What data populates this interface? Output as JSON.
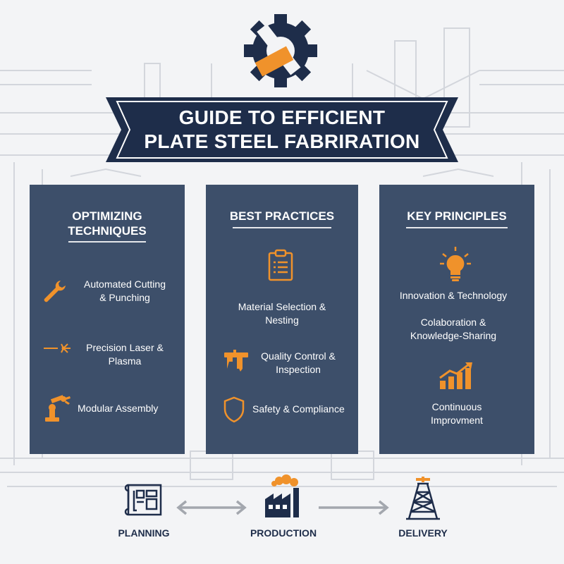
{
  "title": {
    "line1": "GUIDE TO EFFICIENT",
    "line2": "PLATE STEEL FABRIRATION"
  },
  "logo": {
    "icon": "gear-wrench-logo-icon"
  },
  "panels": [
    {
      "title_line1": "OPTIMIZING",
      "title_line2": "TECHNIQUES",
      "items": [
        {
          "icon": "wrench-icon",
          "line1": "Automated Cutting",
          "line2": "& Punching"
        },
        {
          "icon": "laser-spark-icon",
          "line1": "Precision Laser &",
          "line2": "Plasma"
        },
        {
          "icon": "robot-arm-icon",
          "line1": "Modular Assembly"
        }
      ]
    },
    {
      "title_line1": "BEST PRACTICES",
      "items": [
        {
          "icon": "clipboard-icon",
          "line1": "Material Selection &",
          "line2": "Nesting"
        },
        {
          "icon": "caliper-icon",
          "line1": "Quality Control &",
          "line2": "Inspection"
        },
        {
          "icon": "shield-icon",
          "line1": "Safety & Compliance"
        }
      ]
    },
    {
      "title_line1": "KEY PRINCIPLES",
      "items": [
        {
          "icon": "lightbulb-icon",
          "line1": "Innovation & Technology"
        },
        {
          "line1": "Colaboration &",
          "line2": "Knowledge-Sharing"
        },
        {
          "icon": "growth-chart-icon",
          "line1": "Continuous",
          "line2": "Improvment"
        }
      ]
    }
  ],
  "flow": [
    {
      "icon": "blueprint-icon",
      "label": "PLANNING"
    },
    {
      "icon": "factory-icon",
      "label": "PRODUCTION"
    },
    {
      "icon": "oil-rig-icon",
      "label": "DELIVERY"
    }
  ],
  "colors": {
    "navy": "#1e2d4a",
    "panel": "#3d4f6a",
    "accent": "#f0922b",
    "background": "#f3f4f6"
  }
}
